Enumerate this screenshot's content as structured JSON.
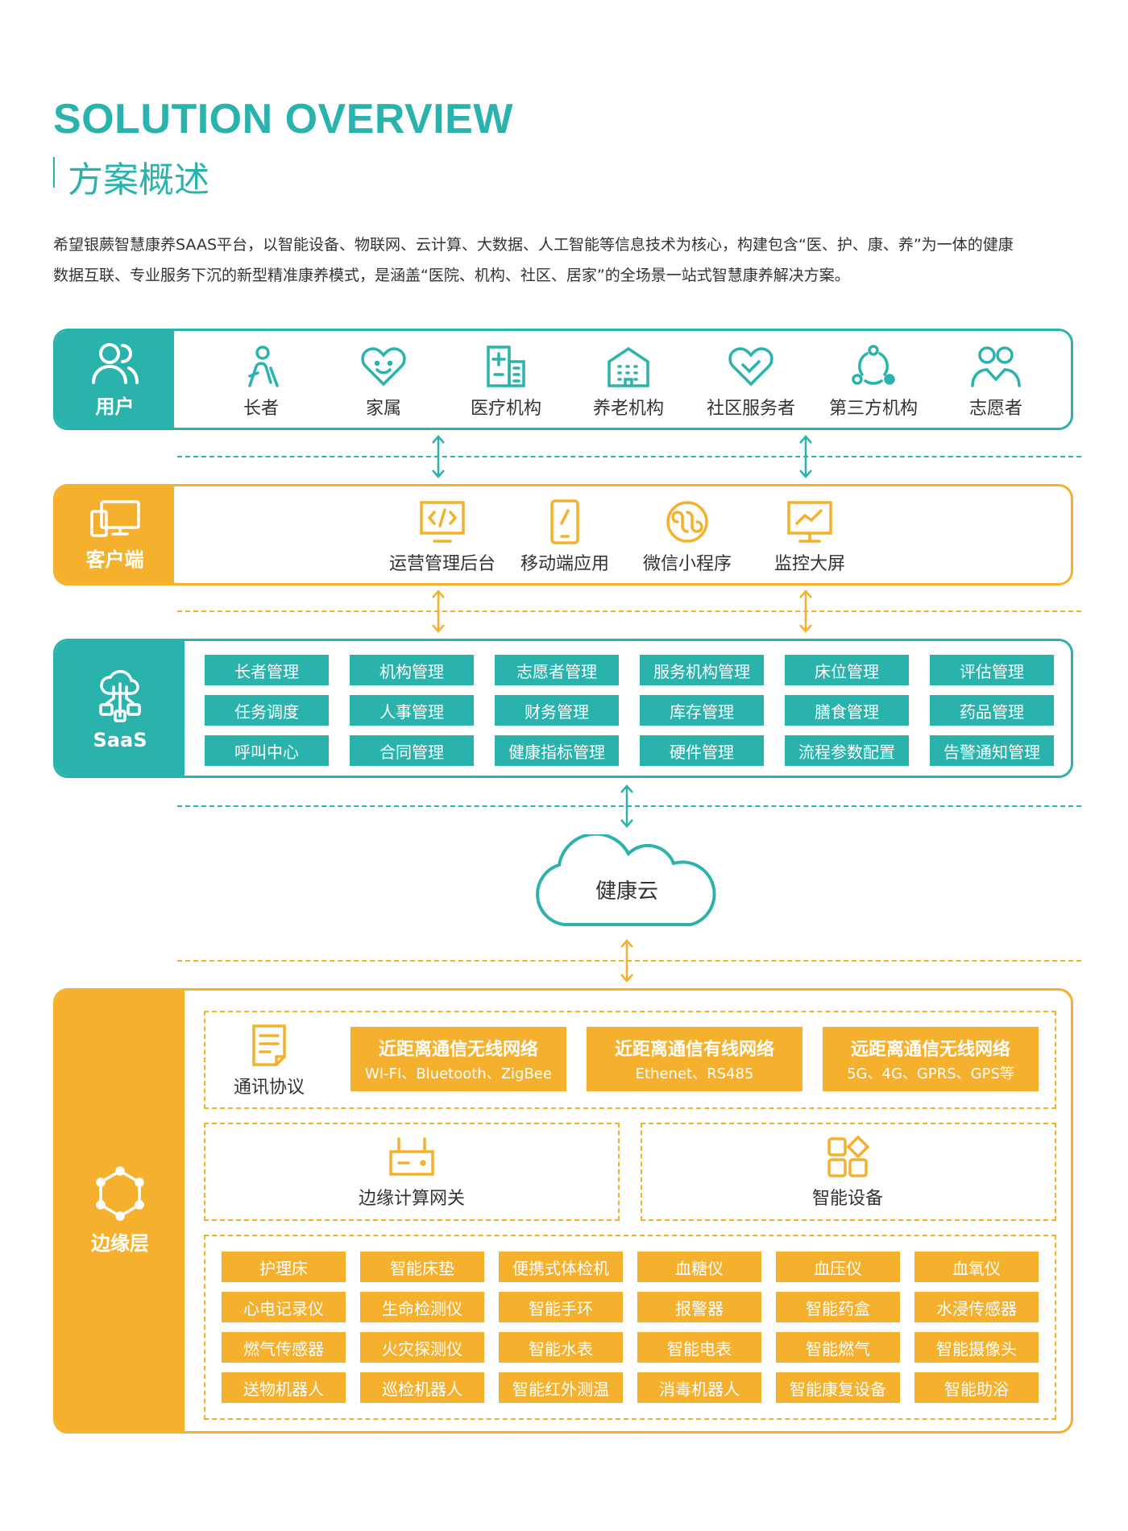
{
  "header": {
    "title_en": "SOLUTION OVERVIEW",
    "title_cn": "方案概述",
    "intro_line1": "希望银蕨智慧康养SAAS平台，以智能设备、物联网、云计算、大数据、人工智能等信息技术为核心，构建包含“医、护、康、养”为一体的健康",
    "intro_line2": "数据互联、专业服务下沉的新型精准康养模式，是涵盖“医院、机构、社区、居家”的全场景一站式智慧康养解决方案。"
  },
  "users": {
    "label": "用户",
    "items": [
      "长者",
      "家属",
      "医疗机构",
      "养老机构",
      "社区服务者",
      "第三方机构",
      "志愿者"
    ]
  },
  "client": {
    "label": "客户端",
    "items": [
      "运营管理后台",
      "移动端应用",
      "微信小程序",
      "监控大屏"
    ]
  },
  "saas": {
    "label": "SaaS",
    "items": [
      "长者管理",
      "机构管理",
      "志愿者管理",
      "服务机构管理",
      "床位管理",
      "评估管理",
      "任务调度",
      "人事管理",
      "财务管理",
      "库存管理",
      "膳食管理",
      "药品管理",
      "呼叫中心",
      "合同管理",
      "健康指标管理",
      "硬件管理",
      "流程参数配置",
      "告警通知管理"
    ]
  },
  "cloud": {
    "label": "健康云"
  },
  "edge": {
    "label": "边缘层",
    "protocol_label": "通讯协议",
    "networks": [
      {
        "title": "近距离通信无线网络",
        "sub": "WI-FI、Bluetooth、ZigBee"
      },
      {
        "title": "近距离通信有线网络",
        "sub": "Ethenet、RS485"
      },
      {
        "title": "远距离通信无线网络",
        "sub": "5G、4G、GPRS、GPS等"
      }
    ],
    "gateway_label": "边缘计算网关",
    "devices_label": "智能设备",
    "devices": [
      "护理床",
      "智能床垫",
      "便携式体检机",
      "血糖仪",
      "血压仪",
      "血氧仪",
      "心电记录仪",
      "生命检测仪",
      "智能手环",
      "报警器",
      "智能药盒",
      "水浸传感器",
      "燃气传感器",
      "火灾探测仪",
      "智能水表",
      "智能电表",
      "智能燃气",
      "智能摄像头",
      "送物机器人",
      "巡检机器人",
      "智能红外测温",
      "消毒机器人",
      "智能康复设备",
      "智能助浴"
    ]
  },
  "colors": {
    "teal": "#2ab3ad",
    "orange": "#f5b02e"
  }
}
